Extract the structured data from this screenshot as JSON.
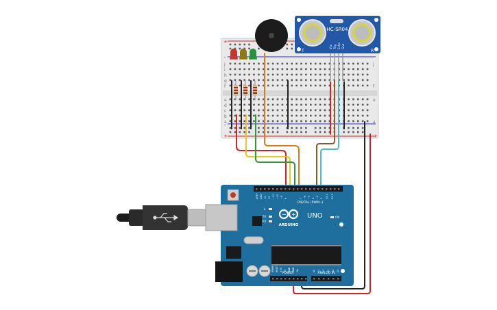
{
  "sensor": {
    "model": "HC-SR04",
    "pins": [
      "Vcc",
      "Trig",
      "Echo",
      "Gnd"
    ],
    "label_t": "T",
    "label_r": "R"
  },
  "breadboard": {
    "row_letters_top": [
      "j",
      "i",
      "h",
      "g",
      "f"
    ],
    "row_letters_bottom": [
      "e",
      "d",
      "c",
      "b",
      "a"
    ],
    "rail_plus": "+",
    "rail_minus": "-"
  },
  "leds": [
    {
      "color": "#c0392b"
    },
    {
      "color": "#8a7a1a"
    },
    {
      "color": "#27913c"
    }
  ],
  "arduino": {
    "brand": "ARDUINO",
    "model": "UNO",
    "digital_header": "DIGITAL (PWM~)",
    "power_header": "POWER",
    "analog_header": "ANALOG IN",
    "aref": "AREF",
    "gnd": "GND",
    "on": "ON",
    "l": "L",
    "tx": "TX",
    "rx": "RX",
    "digital_pins": [
      "13",
      "12",
      "~11",
      "~10",
      "~9",
      "8",
      "7",
      "~6",
      "~5",
      "4",
      "~3",
      "2",
      "TX 1",
      "RX 0"
    ],
    "power_pins": [
      "IOREF",
      "RESET",
      "3.3V",
      "5V",
      "GND",
      "GND",
      "Vin"
    ],
    "analog_pins": [
      "A0",
      "A1",
      "A2",
      "A3",
      "A4",
      "A5"
    ]
  },
  "colors": {
    "board_blue": "#1f6f9e",
    "sensor_blue": "#2358a6",
    "wire_red": "#d42020",
    "wire_black": "#222222",
    "wire_yellow": "#e8c81a",
    "wire_green": "#2e9a3a",
    "wire_orange": "#e07a1a",
    "wire_brown": "#8a5a2a",
    "wire_cyan": "#4fb8c8"
  }
}
